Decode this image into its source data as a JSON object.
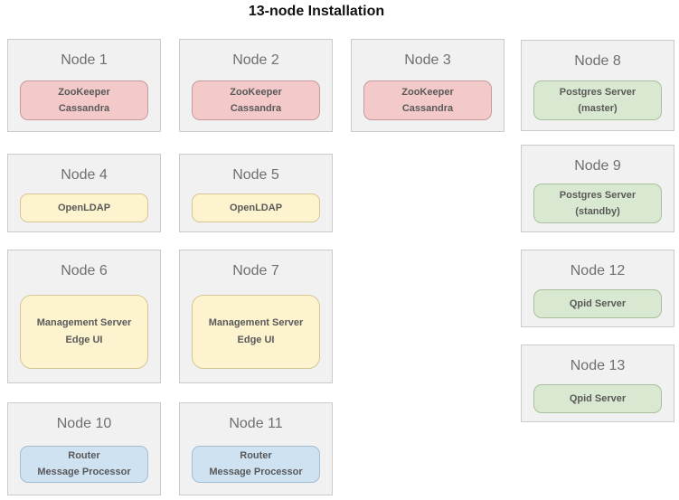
{
  "title": "13-node Installation",
  "palette": {
    "pink": {
      "fill": "#f3c9c9",
      "border": "#c59a9a"
    },
    "yellow": {
      "fill": "#fdf3cf",
      "border": "#d5c693"
    },
    "green": {
      "fill": "#d9e9d1",
      "border": "#a8c19c"
    },
    "blue": {
      "fill": "#cfe2f2",
      "border": "#a3bdd3"
    }
  },
  "nodes": [
    {
      "title": "Node 1",
      "services": [
        "ZooKeeper",
        "Cassandra"
      ],
      "color": "pink",
      "col": 1,
      "slot": 1,
      "shape": "m"
    },
    {
      "title": "Node 2",
      "services": [
        "ZooKeeper",
        "Cassandra"
      ],
      "color": "pink",
      "col": 2,
      "slot": 1,
      "shape": "m"
    },
    {
      "title": "Node 3",
      "services": [
        "ZooKeeper",
        "Cassandra"
      ],
      "color": "pink",
      "col": 3,
      "slot": 1,
      "shape": "m"
    },
    {
      "title": "Node 8",
      "services": [
        "Postgres Server",
        "(master)"
      ],
      "color": "green",
      "col": 4,
      "slot": 1,
      "shape": "m"
    },
    {
      "title": "Node 4",
      "services": [
        "OpenLDAP"
      ],
      "color": "yellow",
      "col": 1,
      "slot": 2,
      "shape": "s"
    },
    {
      "title": "Node 5",
      "services": [
        "OpenLDAP"
      ],
      "color": "yellow",
      "col": 2,
      "slot": 2,
      "shape": "s"
    },
    {
      "title": "Node 9",
      "services": [
        "Postgres Server",
        "(standby)"
      ],
      "color": "green",
      "col": 4,
      "slot": 2,
      "shape": "m"
    },
    {
      "title": "Node 6",
      "services": [
        "Management Server",
        "Edge UI"
      ],
      "color": "yellow",
      "col": 1,
      "slot": 3,
      "shape": "l"
    },
    {
      "title": "Node 7",
      "services": [
        "Management Server",
        "Edge UI"
      ],
      "color": "yellow",
      "col": 2,
      "slot": 3,
      "shape": "l"
    },
    {
      "title": "Node 12",
      "services": [
        "Qpid Server"
      ],
      "color": "green",
      "col": 4,
      "slot": 3,
      "shape": "s"
    },
    {
      "title": "Node 10",
      "services": [
        "Router",
        "Message Processor"
      ],
      "color": "blue",
      "col": 1,
      "slot": 4,
      "shape": "r"
    },
    {
      "title": "Node 11",
      "services": [
        "Router",
        "Message Processor"
      ],
      "color": "blue",
      "col": 2,
      "slot": 4,
      "shape": "r"
    },
    {
      "title": "Node 13",
      "services": [
        "Qpid Server"
      ],
      "color": "green",
      "col": 4,
      "slot": 4,
      "shape": "s"
    }
  ]
}
